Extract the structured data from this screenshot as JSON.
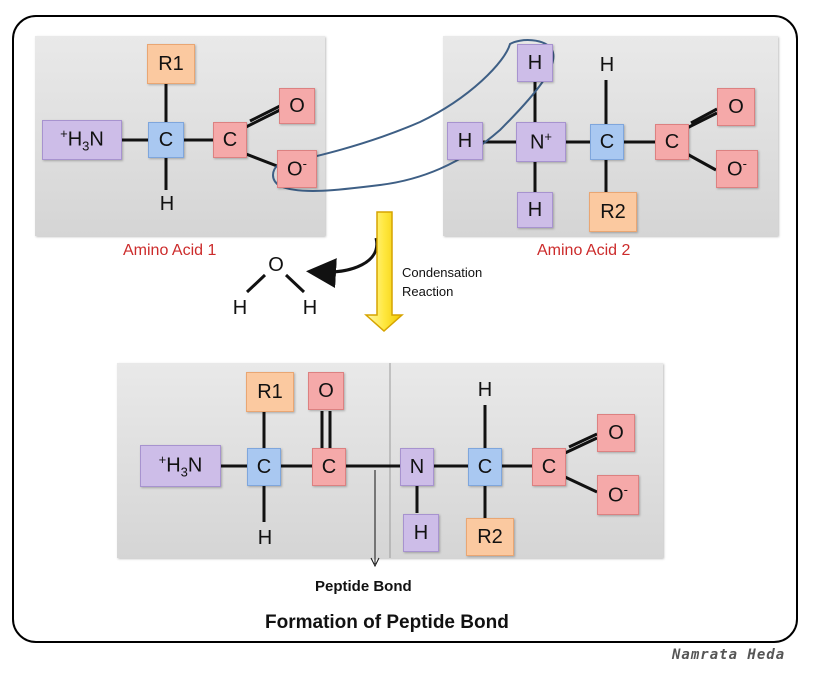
{
  "amino_acid_1": {
    "label": "Amino Acid 1",
    "amine": {
      "superscript": "+",
      "h": "H",
      "subscript": "3",
      "n": "N"
    },
    "r_group": "R1",
    "alpha_carbon": "C",
    "alpha_h": "H",
    "carboxyl_carbon": "C",
    "oxygen_double": "O",
    "oxygen_minus": {
      "symbol": "O",
      "charge": "-"
    }
  },
  "amino_acid_2": {
    "label": "Amino Acid 2",
    "h_top": "H",
    "h_left": "H",
    "h_bottom": "H",
    "nitrogen": {
      "symbol": "N",
      "charge": "+"
    },
    "alpha_carbon": "C",
    "alpha_h": "H",
    "r_group": "R2",
    "carboxyl_carbon": "C",
    "oxygen_double": "O",
    "oxygen_minus": {
      "symbol": "O",
      "charge": "-"
    }
  },
  "water": {
    "o": "O",
    "h_left": "H",
    "h_right": "H"
  },
  "reaction": {
    "line1": "Condensation",
    "line2": "Reaction"
  },
  "dipeptide": {
    "amine": {
      "superscript": "+",
      "h": "H",
      "subscript": "3",
      "n": "N"
    },
    "r1": "R1",
    "c1": "C",
    "h1": "H",
    "c_carbonyl": "C",
    "o_carbonyl": "O",
    "nitrogen": "N",
    "n_h": "H",
    "c2": "C",
    "h2_top": "H",
    "r2": "R2",
    "c_carboxyl": "C",
    "o_double": "O",
    "o_minus": {
      "symbol": "O",
      "charge": "-"
    }
  },
  "peptide_bond_label": "Peptide Bond",
  "title": "Formation of Peptide Bond",
  "watermark": "Namrata Heda"
}
